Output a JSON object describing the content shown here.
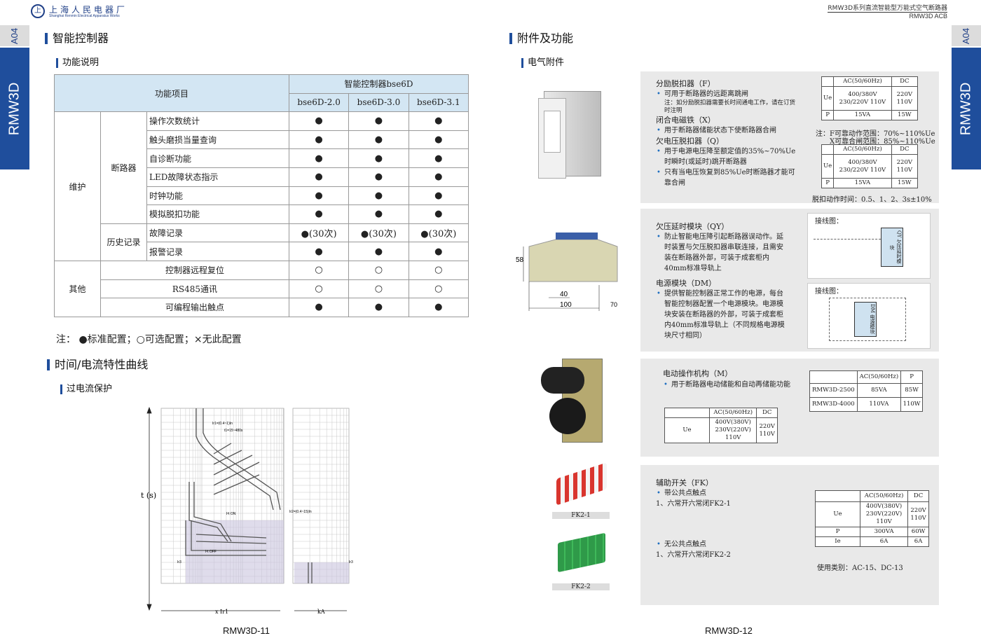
{
  "header": {
    "logo_mark": "上",
    "company_cn": "上海人民电器厂",
    "company_en": "Shanghai Renmin Electrical Apparatus Works",
    "series_title": "RMW3D系列直流智能型万能式空气断路器",
    "model": "RMW3D  ACB"
  },
  "side_tabs": {
    "code": "A04",
    "series": "RMW3D"
  },
  "left": {
    "section_title": "智能控制器",
    "sub_title": "功能说明",
    "table": {
      "h_item": "功能项目",
      "h_group": "智能控制器bse6D",
      "models": [
        "bse6D-2.0",
        "bse6D-3.0",
        "bse6D-3.1"
      ],
      "g_maint": "维护",
      "g_other": "其他",
      "sub_breaker": "断路器",
      "sub_history": "历史记录",
      "rows": [
        {
          "name": "操作次数统计",
          "v": [
            "●",
            "●",
            "●"
          ]
        },
        {
          "name": "触头磨损当量查询",
          "v": [
            "●",
            "●",
            "●"
          ]
        },
        {
          "name": "自诊断功能",
          "v": [
            "●",
            "●",
            "●"
          ]
        },
        {
          "name": "LED故障状态指示",
          "v": [
            "●",
            "●",
            "●"
          ]
        },
        {
          "name": "时钟功能",
          "v": [
            "●",
            "●",
            "●"
          ]
        },
        {
          "name": "模拟脱扣功能",
          "v": [
            "●",
            "●",
            "●"
          ]
        },
        {
          "name": "故障记录",
          "v": [
            "●(30次)",
            "●(30次)",
            "●(30次)"
          ]
        },
        {
          "name": "报警记录",
          "v": [
            "●",
            "●",
            "●"
          ]
        },
        {
          "name": "控制器远程复位",
          "v": [
            "○",
            "○",
            "○"
          ]
        },
        {
          "name": "RS485通讯",
          "v": [
            "○",
            "○",
            "○"
          ]
        },
        {
          "name": "可编程输出触点",
          "v": [
            "●",
            "●",
            "●"
          ]
        }
      ]
    },
    "note": "注：  ●标准配置；○可选配置；×无此配置",
    "curve_title": "时间/电流特性曲线",
    "curve_sub": "过电流保护",
    "curve": {
      "y_label": "t (s)",
      "x_label": "x  Ir1",
      "x_label2": "kA",
      "ann1": "Ir1=(0.4~1)In",
      "ann2": "t1=15~480s",
      "ann3": "I²t ON",
      "ann4": "Ir2=(0.4~15)In",
      "ann5": "I²t OFF",
      "ann6": "Ir3",
      "ann7": "Ir3"
    },
    "page_no": "RMW3D-11"
  },
  "right": {
    "section_title": "附件及功能",
    "sub_title": "电气附件",
    "p1": {
      "t1": "分励脱扣器（F）",
      "b1": "可用于断路器的远距离跳闸",
      "n1": "注：如分励脱扣器需要长时间通电工作，请在订货时注明",
      "t2": "闭合电磁铁（X）",
      "b2": "用于断路器储能状态下使断路器合闸",
      "t3": "欠电压脱扣器（Q）",
      "b3": "用于电源电压降至额定值的35%~70%Ue时瞬时(或延时)跳开断路器",
      "b4": "只有当电压恢复到85%Ue时断路器才能可靠合闸",
      "tbl": {
        "ac": "AC(50/60Hz)",
        "dc": "DC",
        "ue": "Ue",
        "ac_v": "400/380V 230/220V 110V",
        "dc_v": "220V 110V",
        "p": "P",
        "p_ac": "15VA",
        "p_dc": "15W"
      },
      "note_a": "注：F可靠动作范围：70%~110%Ue",
      "note_b": "X可靠合闸范围：85%~110%Ue",
      "note_c": "脱扣动作时间：0.5、1、2、3s±10%"
    },
    "p2": {
      "t1": "欠压延时模块（QY）",
      "b1": "防止智能电压降引起断路器误动作。延时装置与欠压脱扣器串联连接，且需安装在断路器外部，可装于成套柜内40mm标准导轨上",
      "t2": "电源模块（DM）",
      "b2": "提供智能控制器正常工作的电源，每台智能控制器配置一个电源模块。电源模块安装在断路器的外部，可装于成套柜内40mm标准导轨上（不同规格电源模块尺寸相同）",
      "wiring": "接线图：",
      "qy_box": "QY 欠压延时模块",
      "dm_box": "DM 电源模块",
      "dim_h": "58",
      "dim_w1": "40",
      "dim_w2": "100",
      "dim_d": "70"
    },
    "p3": {
      "t1": "电动操作机构（M）",
      "b1": "用于断路器电动储能和自动再储能功能",
      "tbl": {
        "ac": "AC(50/60Hz)",
        "dc": "DC",
        "ue": "Ue",
        "ac_v": "400V(380V) 230V(220V) 110V",
        "dc_v": "220V 110V"
      },
      "tbl2": {
        "ac": "AC(50/60Hz)",
        "p": "P",
        "r1": "RMW3D-2500",
        "r1a": "85VA",
        "r1b": "85W",
        "r2": "RMW3D-4000",
        "r2a": "110VA",
        "r2b": "110W"
      }
    },
    "p4": {
      "t1": "辅助开关（FK）",
      "b1": "带公共点触点",
      "l1": "1、六常开六常闭FK2-1",
      "b2": "无公共点触点",
      "l2": "1、六常开六常闭FK2-2",
      "cap1": "FK2-1",
      "cap2": "FK2-2",
      "tbl": {
        "ac": "AC(50/60Hz)",
        "dc": "DC",
        "ue": "Ue",
        "ac_v": "400V(380V) 230V(220V) 110V",
        "dc_v": "220V 110V",
        "p": "P",
        "p_ac": "300VA",
        "p_dc": "60W",
        "ie": "Ie",
        "ie_ac": "6A",
        "ie_dc": "6A"
      },
      "usage": "使用类别：AC-15、DC-13"
    },
    "page_no": "RMW3D-12"
  }
}
